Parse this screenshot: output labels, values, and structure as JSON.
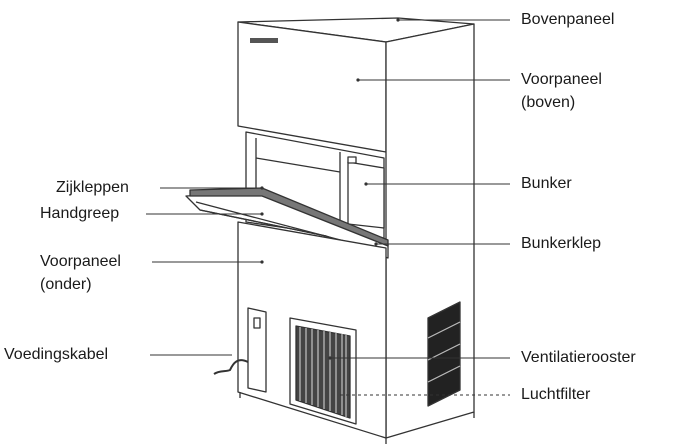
{
  "labels": {
    "top_panel": "Bovenpaneel",
    "front_panel_upper_1": "Voorpaneel",
    "front_panel_upper_2": "(boven)",
    "bin": "Bunker",
    "bin_door": "Bunkerklep",
    "vent_grille": "Ventilatierooster",
    "air_filter": "Luchtfilter",
    "side_flaps": "Zijkleppen",
    "handle": "Handgreep",
    "front_panel_lower_1": "Voorpaneel",
    "front_panel_lower_2": "(onder)",
    "power_cord": "Voedingskabel"
  },
  "colors": {
    "line": "#333333",
    "text": "#1a1a1a",
    "background": "#ffffff"
  }
}
